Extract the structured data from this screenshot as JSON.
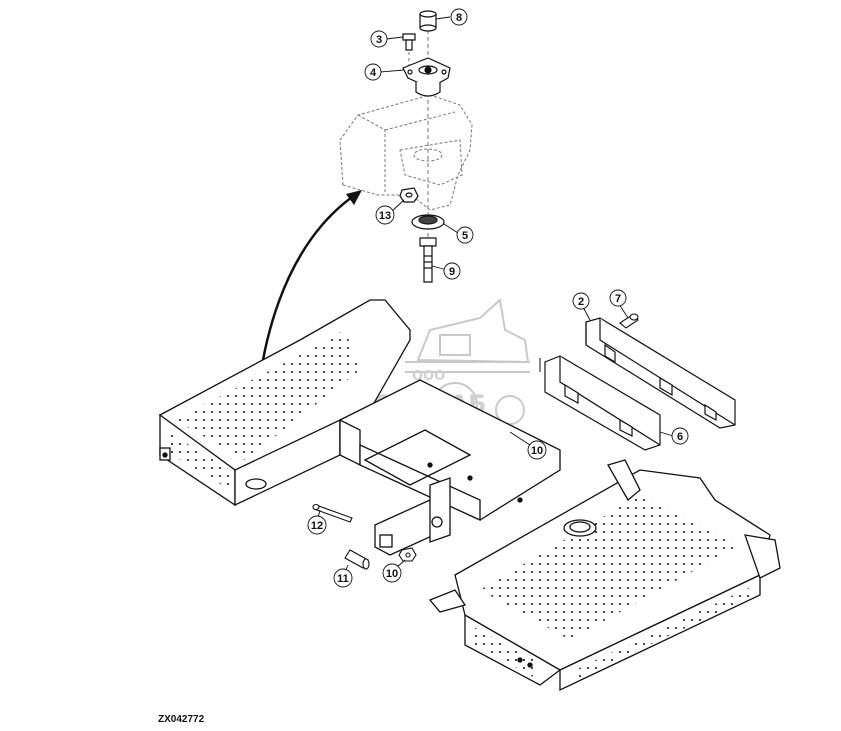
{
  "diagram": {
    "reference_code": "ZX042772",
    "watermark": {
      "line1": "ООО",
      "line2": "АГРОСНАБ"
    },
    "callouts": [
      {
        "id": "c8",
        "label": "8"
      },
      {
        "id": "c3",
        "label": "3"
      },
      {
        "id": "c4",
        "label": "4"
      },
      {
        "id": "c13",
        "label": "13"
      },
      {
        "id": "c5",
        "label": "5"
      },
      {
        "id": "c9",
        "label": "9"
      },
      {
        "id": "c2",
        "label": "2"
      },
      {
        "id": "c7",
        "label": "7"
      },
      {
        "id": "c10a",
        "label": "10"
      },
      {
        "id": "c6",
        "label": "6"
      },
      {
        "id": "c12",
        "label": "12"
      },
      {
        "id": "c11",
        "label": "11"
      },
      {
        "id": "c10b",
        "label": "10"
      }
    ]
  }
}
